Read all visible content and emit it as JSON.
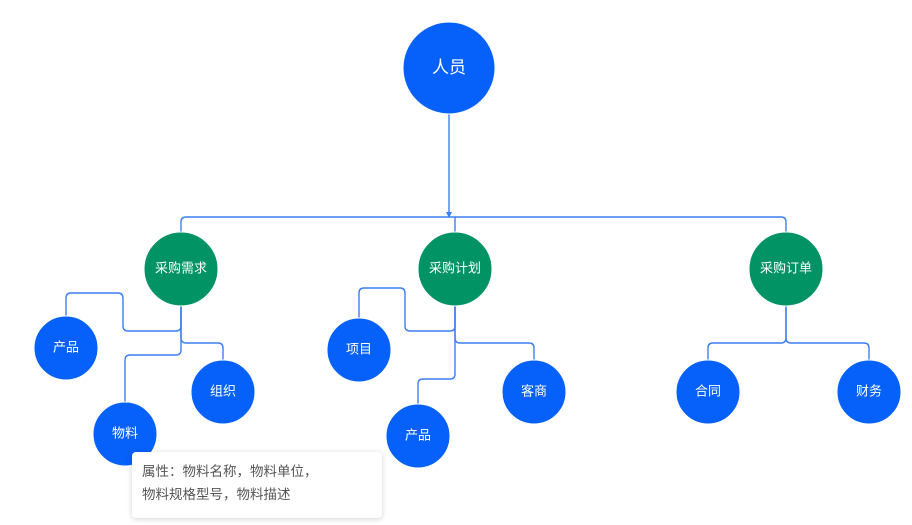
{
  "colors": {
    "root": "#0561fa",
    "category": "#019363",
    "leaf": "#0561fa",
    "edge": "#3b7ff0"
  },
  "nodes": {
    "root": "人员",
    "procurement_demand": "采购需求",
    "procurement_plan": "采购计划",
    "purchase_order": "采购订单",
    "product_1": "产品",
    "material": "物料",
    "organization": "组织",
    "project": "项目",
    "product_2": "产品",
    "supplier": "客商",
    "contract": "合同",
    "finance": "财务"
  },
  "tooltip": {
    "line1": "属性：物料名称，物料单位，",
    "line2": "物料规格型号，物料描述"
  }
}
